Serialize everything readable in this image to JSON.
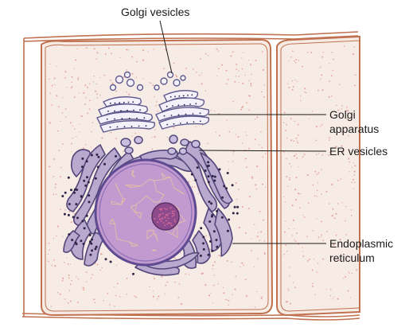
{
  "diagram": {
    "labels": {
      "golgi_vesicles": "Golgi vesicles",
      "golgi_apparatus_line1": "Golgi",
      "golgi_apparatus_line2": "apparatus",
      "er_vesicles": "ER vesicles",
      "endoplasmic_reticulum_line1": "Endoplasmic",
      "endoplasmic_reticulum_line2": "reticulum"
    },
    "colors": {
      "cell_fill": "#f7ece5",
      "cell_wall": "#c0714f",
      "cytoplasm_dots": "#e3a7a0",
      "er_fill": "#b9a9cf",
      "er_stroke": "#53477a",
      "ribosome": "#2f2548",
      "nucleus_fill": "#c39ad0",
      "nucleus_stroke": "#5d4a90",
      "chromatin": "#e8c4a0",
      "nucleolus": "#8c4b8c",
      "golgi_fill": "#f4f1fb",
      "golgi_stroke": "#5e5a8e",
      "leader_line": "#1a1a1a"
    }
  }
}
